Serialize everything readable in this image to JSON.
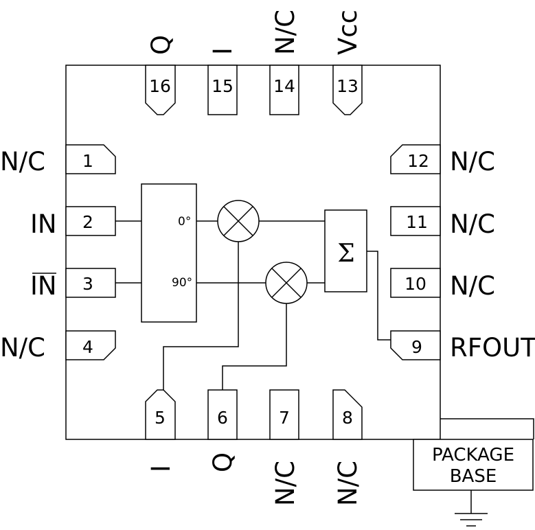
{
  "pins": {
    "p1": {
      "num": "1",
      "label": "N/C"
    },
    "p2": {
      "num": "2",
      "label": "IN"
    },
    "p3": {
      "num": "3",
      "label": "IN"
    },
    "p4": {
      "num": "4",
      "label": "N/C"
    },
    "p5": {
      "num": "5",
      "label": "I"
    },
    "p6": {
      "num": "6",
      "label": "Q"
    },
    "p7": {
      "num": "7",
      "label": "N/C"
    },
    "p8": {
      "num": "8",
      "label": "N/C"
    },
    "p9": {
      "num": "9",
      "label": "RFOUT"
    },
    "p10": {
      "num": "10",
      "label": "N/C"
    },
    "p11": {
      "num": "11",
      "label": "N/C"
    },
    "p12": {
      "num": "12",
      "label": "N/C"
    },
    "p13": {
      "num": "13",
      "label": "Vcc"
    },
    "p14": {
      "num": "14",
      "label": "N/C"
    },
    "p15": {
      "num": "15",
      "label": "I"
    },
    "p16": {
      "num": "16",
      "label": "Q"
    }
  },
  "splitter": {
    "out0": "0°",
    "out90": "90°"
  },
  "summer": {
    "symbol": "Σ"
  },
  "package": {
    "line1": "PACKAGE",
    "line2": "BASE"
  }
}
